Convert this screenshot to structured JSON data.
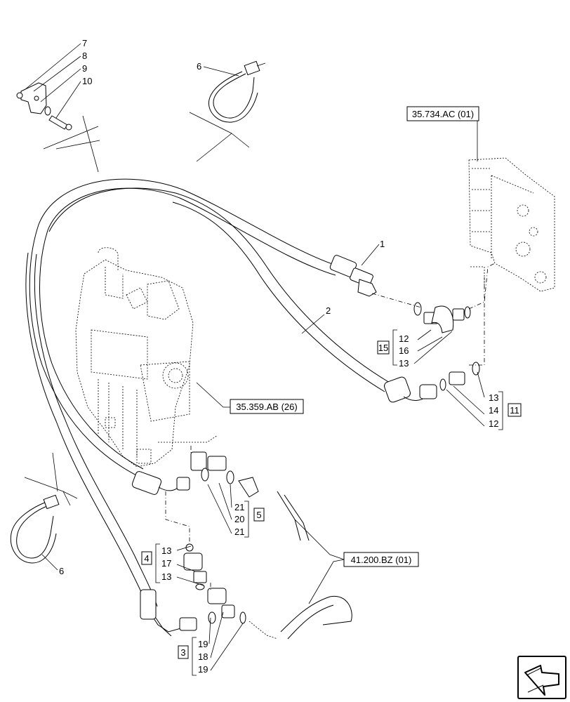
{
  "references": {
    "control_valve_top": "35.734.AC (01)",
    "main_valve": "35.359.AB (26)",
    "hoses": "41.200.BZ (01)"
  },
  "callouts": {
    "c1": "1",
    "c2": "2",
    "c6a": "6",
    "c6b": "6",
    "c7": "7",
    "c8": "8",
    "c9": "9",
    "c10": "10"
  },
  "groups": {
    "g15": {
      "box": "15",
      "items": [
        "12",
        "16",
        "13"
      ]
    },
    "g11": {
      "box": "11",
      "items": [
        "13",
        "14",
        "12"
      ]
    },
    "g5": {
      "box": "5",
      "items": [
        "21",
        "20",
        "21"
      ]
    },
    "g4": {
      "box": "4",
      "items": [
        "13",
        "17",
        "13"
      ]
    },
    "g3": {
      "box": "3",
      "items": [
        "19",
        "18",
        "19"
      ]
    }
  }
}
